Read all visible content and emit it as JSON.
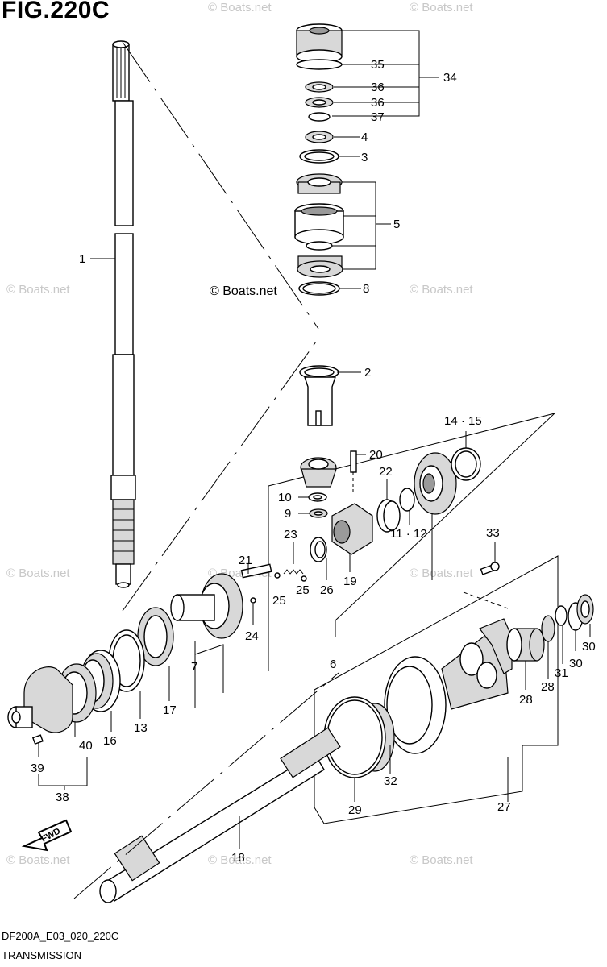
{
  "figure_title": "FIG.220C",
  "footer": {
    "model_code": "DF200A_E03_020_220C",
    "section_name": "TRANSMISSION"
  },
  "watermark_text": "© Boats.net",
  "direction_arrow_text": "FWD",
  "part_labels": [
    {
      "id": "p1",
      "text": "1"
    },
    {
      "id": "p2",
      "text": "2"
    },
    {
      "id": "p3",
      "text": "3"
    },
    {
      "id": "p4",
      "text": "4"
    },
    {
      "id": "p5",
      "text": "5"
    },
    {
      "id": "p6",
      "text": "6"
    },
    {
      "id": "p7",
      "text": "7"
    },
    {
      "id": "p8",
      "text": "8"
    },
    {
      "id": "p9",
      "text": "9"
    },
    {
      "id": "p10",
      "text": "10"
    },
    {
      "id": "p11_12",
      "text": "11 · 12"
    },
    {
      "id": "p13",
      "text": "13"
    },
    {
      "id": "p14_15",
      "text": "14 · 15"
    },
    {
      "id": "p16",
      "text": "16"
    },
    {
      "id": "p17",
      "text": "17"
    },
    {
      "id": "p18",
      "text": "18"
    },
    {
      "id": "p19",
      "text": "19"
    },
    {
      "id": "p20",
      "text": "20"
    },
    {
      "id": "p21",
      "text": "21"
    },
    {
      "id": "p22",
      "text": "22"
    },
    {
      "id": "p23",
      "text": "23"
    },
    {
      "id": "p24",
      "text": "24"
    },
    {
      "id": "p25a",
      "text": "25"
    },
    {
      "id": "p25b",
      "text": "25"
    },
    {
      "id": "p26",
      "text": "26"
    },
    {
      "id": "p27",
      "text": "27"
    },
    {
      "id": "p28a",
      "text": "28"
    },
    {
      "id": "p28b",
      "text": "28"
    },
    {
      "id": "p29",
      "text": "29"
    },
    {
      "id": "p30a",
      "text": "30"
    },
    {
      "id": "p30b",
      "text": "30"
    },
    {
      "id": "p31",
      "text": "31"
    },
    {
      "id": "p32",
      "text": "32"
    },
    {
      "id": "p33",
      "text": "33"
    },
    {
      "id": "p34",
      "text": "34"
    },
    {
      "id": "p35",
      "text": "35"
    },
    {
      "id": "p36a",
      "text": "36"
    },
    {
      "id": "p36b",
      "text": "36"
    },
    {
      "id": "p37",
      "text": "37"
    },
    {
      "id": "p38",
      "text": "38"
    },
    {
      "id": "p39",
      "text": "39"
    },
    {
      "id": "p40",
      "text": "40"
    }
  ]
}
